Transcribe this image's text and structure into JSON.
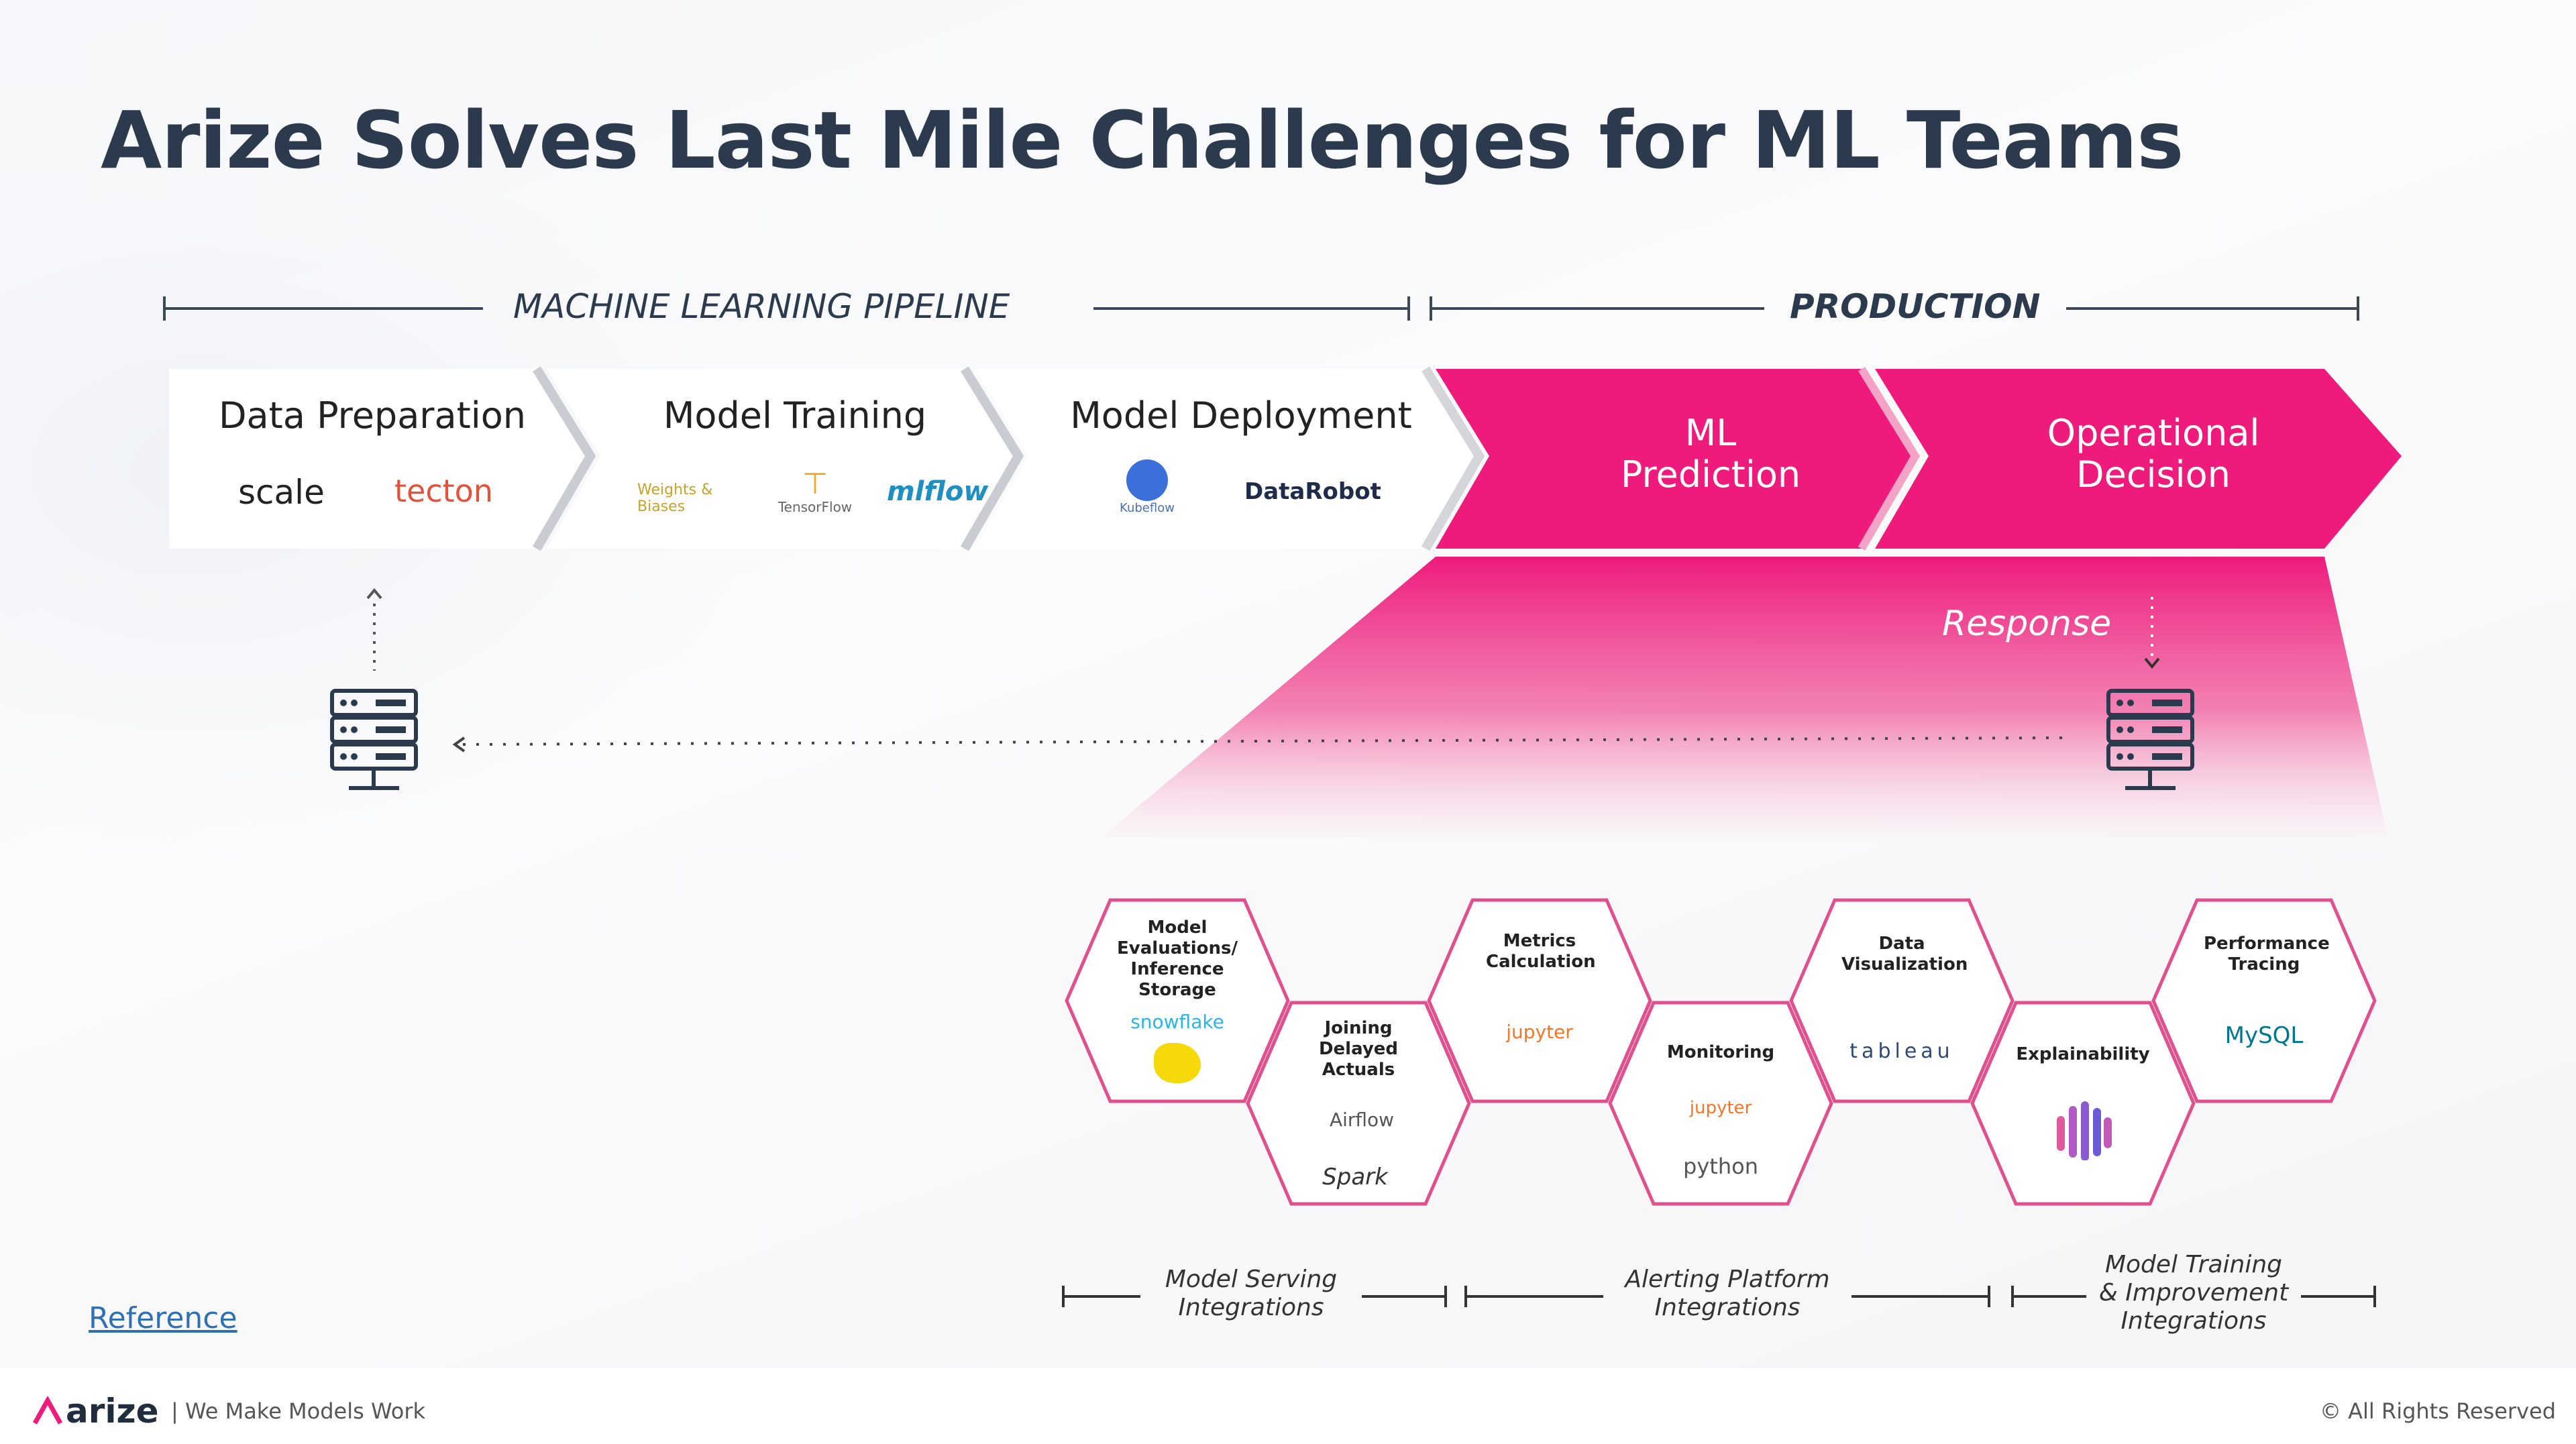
{
  "title": "Arize Solves Last Mile Challenges for ML Teams",
  "brackets": {
    "pipeline": "MACHINE LEARNING PIPELINE",
    "production": "PRODUCTION"
  },
  "stages": [
    {
      "title": "Data Preparation",
      "logos": [
        "scale",
        "tecton"
      ]
    },
    {
      "title": "Model Training",
      "logos": [
        "Weights & Biases",
        "TensorFlow",
        "mlflow"
      ]
    },
    {
      "title": "Model Deployment",
      "logos": [
        "Kubeflow",
        "DataRobot"
      ]
    },
    {
      "title_line1": "ML",
      "title_line2": "Prediction"
    },
    {
      "title_line1": "Operational",
      "title_line2": "Decision"
    }
  ],
  "response_label": "Response",
  "hexagons": [
    {
      "label": "Model Evaluations/ Inference Storage",
      "logos": [
        "snowflake",
        "hive"
      ]
    },
    {
      "label": "Joining Delayed Actuals",
      "logos": [
        "Airflow",
        "Spark"
      ]
    },
    {
      "label": "Metrics Calculation",
      "logos": [
        "jupyter"
      ]
    },
    {
      "label": "Monitoring",
      "logos": [
        "jupyter",
        "python"
      ]
    },
    {
      "label": "Data Visualization",
      "logos": [
        "tableau"
      ]
    },
    {
      "label": "Explainability",
      "logos": []
    },
    {
      "label": "Performance Tracing",
      "logos": [
        "MySQL"
      ]
    }
  ],
  "integrations": [
    {
      "line1": "Model Serving",
      "line2": "Integrations"
    },
    {
      "line1": "Alerting Platform",
      "line2": "Integrations"
    },
    {
      "line1": "Model Training",
      "line2": "& Improvement",
      "line3": "Integrations"
    }
  ],
  "reference": "Reference",
  "footer": {
    "brand": "arize",
    "tagline": "| We Make Models Work",
    "rights": "© All Rights Reserved"
  },
  "colors": {
    "accent": "#ee1b7c",
    "title": "#2b3b4d",
    "hex_border": "#e0508f"
  },
  "icons": [
    "server-icon",
    "arize-logo-icon"
  ]
}
